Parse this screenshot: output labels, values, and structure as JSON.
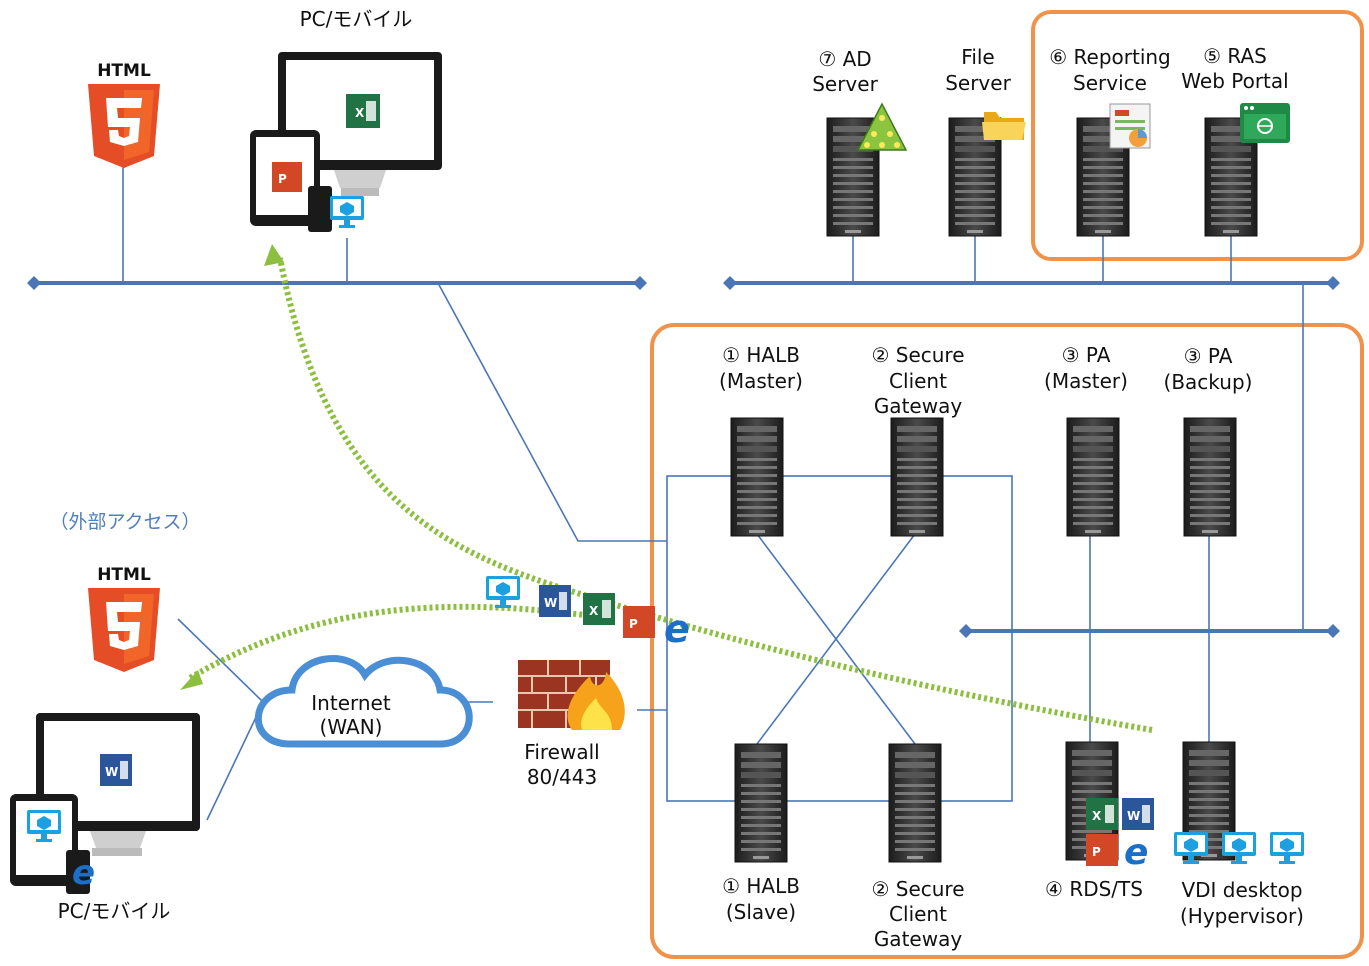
{
  "colors": {
    "network_line": "#4a76b8",
    "orange_frame": "#f0924a",
    "dotted_flow": "#8cbf3f",
    "server_body": "#2e2e2e",
    "excel": "#217346",
    "word": "#2b579a",
    "powerpoint": "#d24726",
    "remote_app": "#1ba1e2",
    "html5": "#e44d26"
  },
  "devices": {
    "top_client": {
      "label": "PC/モバイル",
      "badge": "HTML"
    },
    "bottom_client": {
      "label": "PC/モバイル",
      "badge": "HTML"
    },
    "external_access_label": "（外部アクセス）"
  },
  "internet": {
    "line1": "Internet",
    "line2": "(WAN)"
  },
  "firewall": {
    "line1": "Firewall",
    "line2": "80/443"
  },
  "top_servers": {
    "ad": {
      "line1": "⑦ AD",
      "line2": "Server",
      "icon": "ad-tree-icon"
    },
    "file": {
      "line1": "File",
      "line2": "Server",
      "icon": "folder-icon"
    },
    "reporting": {
      "line1": "⑥ Reporting",
      "line2": "Service",
      "icon": "report-icon"
    },
    "web_portal": {
      "line1": "⑤ RAS",
      "line2": "Web Portal",
      "icon": "web-portal-icon"
    }
  },
  "cluster": {
    "halb_master": {
      "line1": "① HALB",
      "line2": "(Master)"
    },
    "scg_top": {
      "line1": "② Secure",
      "line2": "Client",
      "line3": "Gateway"
    },
    "pa_master": {
      "line1": "③ PA",
      "line2": "(Master)"
    },
    "pa_backup": {
      "line1": "③ PA",
      "line2": "(Backup)"
    },
    "halb_slave": {
      "line1": "① HALB",
      "line2": "(Slave)"
    },
    "scg_bottom": {
      "line1": "② Secure",
      "line2": "Client",
      "line3": "Gateway"
    },
    "rds": {
      "line1": "④ RDS/TS"
    },
    "vdi": {
      "line1": "VDI desktop",
      "line2": "(Hypervisor)"
    }
  },
  "app_icons": {
    "excel": "X",
    "word": "W",
    "powerpoint": "P",
    "edge": "e"
  }
}
